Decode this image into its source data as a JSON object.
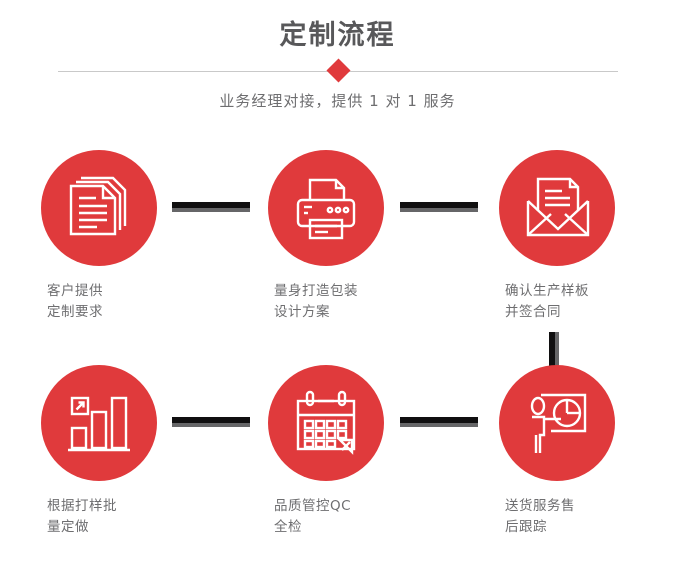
{
  "header": {
    "title": "定制流程",
    "subtitle": "业务经理对接，提供 1 对 1 服务",
    "accent_color": "#e03a3c",
    "title_color": "#58585a",
    "divider_color": "#c9c9c9"
  },
  "flow": {
    "connector_dark_color": "#100f10",
    "connector_grey_color": "#666668",
    "circle_color": "#e03a3c",
    "label_color": "#6e6e70",
    "steps": [
      {
        "index": 1,
        "icon": "documents-stack-icon",
        "label": "客户提供\n定制要求"
      },
      {
        "index": 2,
        "icon": "printer-icon",
        "label": "量身打造包装\n设计方案"
      },
      {
        "index": 3,
        "icon": "envelope-letter-icon",
        "label": "确认生产样板\n并签合同"
      },
      {
        "index": 4,
        "icon": "bar-chart-growth-icon",
        "label": "根据打样批\n量定做"
      },
      {
        "index": 5,
        "icon": "calendar-check-icon",
        "label": "品质管控QC\n全检"
      },
      {
        "index": 6,
        "icon": "presenter-pie-chart-icon",
        "label": "送货服务售\n后跟踪"
      }
    ]
  }
}
